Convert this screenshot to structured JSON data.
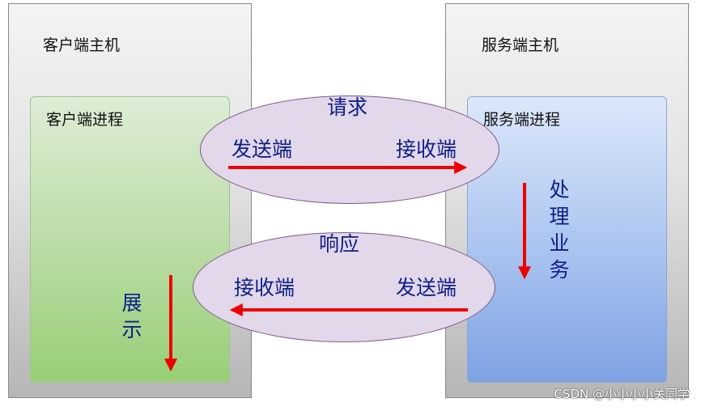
{
  "client": {
    "host_title": "客户端主机",
    "process_title": "客户端进程",
    "display_label": "展示"
  },
  "server": {
    "host_title": "服务端主机",
    "process_title": "服务端进程",
    "handle_label": "处理业务"
  },
  "request": {
    "title": "请求",
    "sender": "发送端",
    "receiver": "接收端"
  },
  "response": {
    "title": "响应",
    "receiver": "接收端",
    "sender": "发送端"
  },
  "watermark": "CSDN @小小小小关同学",
  "colors": {
    "arrow": "#ee0000",
    "label_text": "#0b1f8a",
    "client_process": "#98cf76",
    "server_process": "#7ea2e3",
    "ellipse_fill": "#e3d7ea"
  }
}
